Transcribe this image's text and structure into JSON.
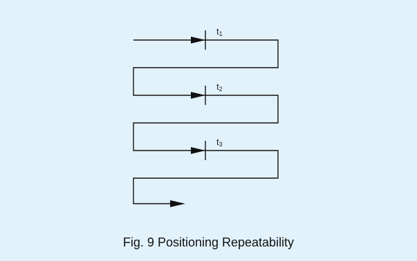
{
  "caption": "Fig. 9 Positioning Repeatability",
  "markers": [
    {
      "label": "t",
      "sub": "1"
    },
    {
      "label": "t",
      "sub": "2"
    },
    {
      "label": "t",
      "sub": "3"
    }
  ]
}
